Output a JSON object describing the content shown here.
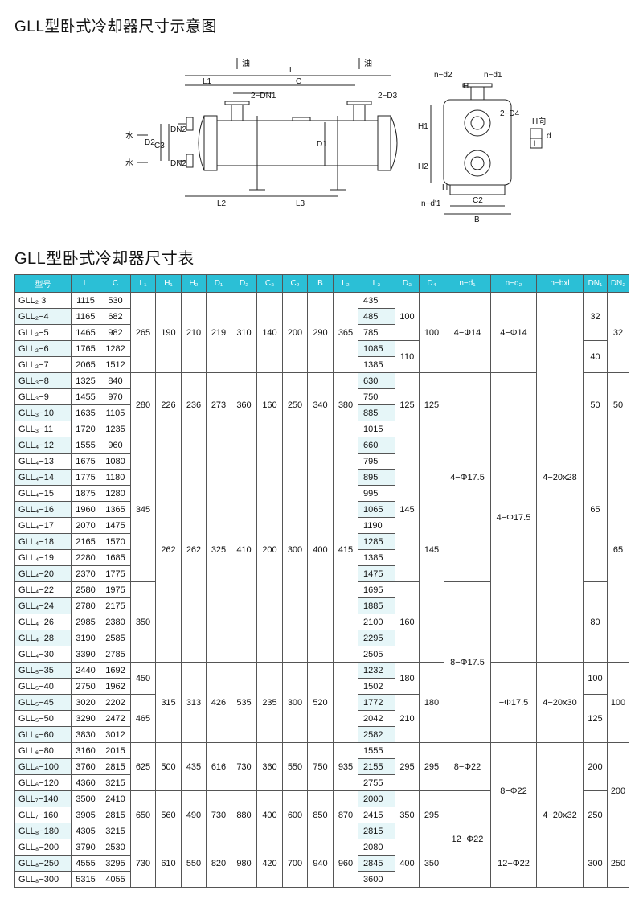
{
  "title_diagram": "GLL型卧式冷却器尺寸示意图",
  "title_table": "GLL型卧式冷却器尺寸表",
  "diagram_labels": {
    "oil_in": "油",
    "oil_out": "油",
    "water_in": "水",
    "water_out": "水",
    "L": "L",
    "L1": "L1",
    "C": "C",
    "DN1": "2−DN1",
    "D3": "2−D3",
    "DN2_top": "DN2",
    "DN2_bottom": "DN2",
    "D2": "D2",
    "C3": "C3",
    "D1": "D1",
    "L2": "L2",
    "L3": "L3",
    "nd2": "n−d2",
    "nd1": "n−d1",
    "H": "H",
    "H1": "H1",
    "H2": "H2",
    "D4": "2−D4",
    "Hdir": "H向",
    "d": "d",
    "l": "l",
    "nd": "n−d'1",
    "H_bottom": "H",
    "C2": "C2",
    "B": "B"
  },
  "table": {
    "headers": [
      "型号",
      "L",
      "C",
      "L₁",
      "H₁",
      "H₂",
      "D₁",
      "D₂",
      "C₃",
      "C₂",
      "B",
      "L₂",
      "L₃",
      "D₃",
      "D₄",
      "n−d₁",
      "n−d₂",
      "n−bxl",
      "DN₁",
      "DN₂"
    ],
    "models": [
      {
        "name": "GLL₂ 3",
        "L": "1115",
        "C": "530",
        "L3": "435"
      },
      {
        "name": "GLL₂−4",
        "L": "1165",
        "C": "682",
        "L3": "485"
      },
      {
        "name": "GLL₂−5",
        "L": "1465",
        "C": "982",
        "L3": "785"
      },
      {
        "name": "GLL₂−6",
        "L": "1765",
        "C": "1282",
        "L3": "1085"
      },
      {
        "name": "GLL₂−7",
        "L": "2065",
        "C": "1512",
        "L3": "1385"
      },
      {
        "name": "GLL₃−8",
        "L": "1325",
        "C": "840",
        "L3": "630"
      },
      {
        "name": "GLL₃−9",
        "L": "1455",
        "C": "970",
        "L3": "750"
      },
      {
        "name": "GLL₃−10",
        "L": "1635",
        "C": "1105",
        "L3": "885"
      },
      {
        "name": "GLL₃−11",
        "L": "1720",
        "C": "1235",
        "L3": "1015"
      },
      {
        "name": "GLL₄−12",
        "L": "1555",
        "C": "960",
        "L3": "660"
      },
      {
        "name": "GLL₄−13",
        "L": "1675",
        "C": "1080",
        "L3": "795"
      },
      {
        "name": "GLL₄−14",
        "L": "1775",
        "C": "1180",
        "L3": "895"
      },
      {
        "name": "GLL₄−15",
        "L": "1875",
        "C": "1280",
        "L3": "995"
      },
      {
        "name": "GLL₄−16",
        "L": "1960",
        "C": "1365",
        "L3": "1065"
      },
      {
        "name": "GLL₄−17",
        "L": "2070",
        "C": "1475",
        "L3": "1190"
      },
      {
        "name": "GLL₄−18",
        "L": "2165",
        "C": "1570",
        "L3": "1285"
      },
      {
        "name": "GLL₄−19",
        "L": "2280",
        "C": "1685",
        "L3": "1385"
      },
      {
        "name": "GLL₄−20",
        "L": "2370",
        "C": "1775",
        "L3": "1475"
      },
      {
        "name": "GLL₄−22",
        "L": "2580",
        "C": "1975",
        "L3": "1695"
      },
      {
        "name": "GLL₄−24",
        "L": "2780",
        "C": "2175",
        "L3": "1885"
      },
      {
        "name": "GLL₄−26",
        "L": "2985",
        "C": "2380",
        "L3": "2100"
      },
      {
        "name": "GLL₄−28",
        "L": "3190",
        "C": "2585",
        "L3": "2295"
      },
      {
        "name": "GLL₄−30",
        "L": "3390",
        "C": "2785",
        "L3": "2505"
      },
      {
        "name": "GLL₅−35",
        "L": "2440",
        "C": "1692",
        "L3": "1232"
      },
      {
        "name": "GLL₅−40",
        "L": "2750",
        "C": "1962",
        "L3": "1502"
      },
      {
        "name": "GLL₅−45",
        "L": "3020",
        "C": "2202",
        "L3": "1772"
      },
      {
        "name": "GLL₅−50",
        "L": "3290",
        "C": "2472",
        "L3": "2042"
      },
      {
        "name": "GLL₅−60",
        "L": "3830",
        "C": "3012",
        "L3": "2582"
      },
      {
        "name": "GLL₆−80",
        "L": "3160",
        "C": "2015",
        "L3": "1555"
      },
      {
        "name": "GLL₆−100",
        "L": "3760",
        "C": "2815",
        "L3": "2155"
      },
      {
        "name": "GLL₆−120",
        "L": "4360",
        "C": "3215",
        "L3": "2755"
      },
      {
        "name": "GLL₇−140",
        "L": "3500",
        "C": "2410",
        "L3": "2000"
      },
      {
        "name": "GLL₇−160",
        "L": "3905",
        "C": "2815",
        "L3": "2415"
      },
      {
        "name": "GLL₈−180",
        "L": "4305",
        "C": "3215",
        "L3": "2815"
      },
      {
        "name": "GLL₈−200",
        "L": "3790",
        "C": "2530",
        "L3": "2080"
      },
      {
        "name": "GLL₈−250",
        "L": "4555",
        "C": "3295",
        "L3": "2845"
      },
      {
        "name": "GLL₈−300",
        "L": "5315",
        "C": "4055",
        "L3": "3600"
      }
    ],
    "merged": {
      "L1": [
        "265",
        "280",
        "345",
        "350",
        "450",
        "465",
        "625",
        "650",
        "730"
      ],
      "H1": [
        "190",
        "226",
        "262",
        "315",
        "500",
        "560",
        "610"
      ],
      "H2": [
        "210",
        "236",
        "262",
        "313",
        "435",
        "490",
        "550"
      ],
      "D1": [
        "219",
        "273",
        "325",
        "426",
        "616",
        "730",
        "820"
      ],
      "D2": [
        "310",
        "360",
        "410",
        "535",
        "730",
        "880",
        "980"
      ],
      "C3": [
        "140",
        "160",
        "200",
        "235",
        "360",
        "400",
        "420"
      ],
      "C2": [
        "200",
        "250",
        "300",
        "300",
        "550",
        "600",
        "700"
      ],
      "B": [
        "290",
        "340",
        "400",
        "520",
        "750",
        "850",
        "940"
      ],
      "L2": [
        "365",
        "380",
        "415",
        "935",
        "870",
        "960"
      ],
      "D3": [
        "100",
        "110",
        "125",
        "145",
        "160",
        "180",
        "210",
        "295",
        "350",
        "400"
      ],
      "D4": [
        "100",
        "125",
        "145",
        "180",
        "295",
        "295",
        "350"
      ],
      "nd1": [
        "4−Φ14",
        "4−Φ17.5",
        "8−Φ17.5",
        "8−Φ22",
        "12−Φ22"
      ],
      "nd2": [
        "4−Φ14",
        "4−Φ17.5",
        "−Φ17.5",
        "8−Φ22",
        "12−Φ22"
      ],
      "nbxl": [
        "4−20x28",
        "4−20x30",
        "4−20x32"
      ],
      "DN1": [
        "32",
        "40",
        "50",
        "65",
        "80",
        "100",
        "125",
        "200",
        "250",
        "300"
      ],
      "DN2": [
        "32",
        "50",
        "65",
        "100",
        "200",
        "250"
      ]
    }
  }
}
